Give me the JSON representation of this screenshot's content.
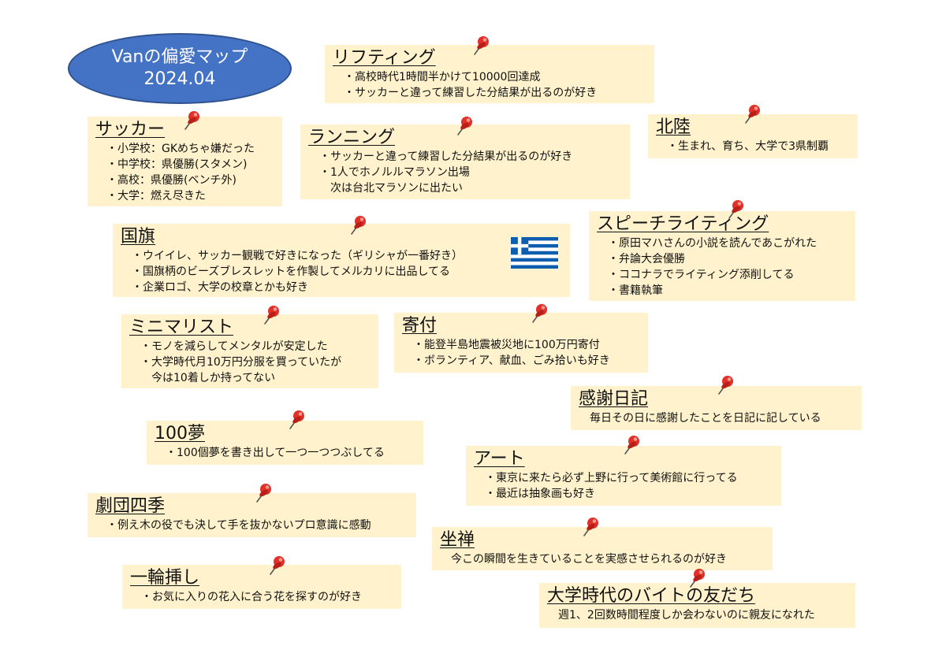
{
  "title": {
    "line1": "Vanの偏愛マップ",
    "line2": "2024.04"
  },
  "cards": [
    {
      "id": "lifting",
      "title": "リフティング",
      "lines": [
        "　・高校時代1時間半かけて10000回達成",
        "　・サッカーと違って練習した分結果が出るのが好き"
      ]
    },
    {
      "id": "soccer",
      "title": "サッカー",
      "lines": [
        "　・小学校：GKめちゃ嫌だった",
        "　・中学校：県優勝(スタメン)",
        "　・高校：県優勝(ベンチ外)",
        "　・大学：燃え尽きた"
      ]
    },
    {
      "id": "running",
      "title": "ランニング",
      "lines": [
        "　・サッカーと違って練習した分結果が出るのが好き",
        "　・1人でホノルルマラソン出場",
        "　　次は台北マラソンに出たい"
      ]
    },
    {
      "id": "hokuriku",
      "title": "北陸",
      "lines": [
        "　・生まれ、育ち、大学で3県制覇"
      ]
    },
    {
      "id": "flags",
      "title": "国旗",
      "lines": [
        "　・ウイイレ、サッカー観戦で好きになった（ギリシャが一番好き）",
        "　・国旗柄のビーズブレスレットを作製してメルカリに出品してる",
        "　・企業ロゴ、大学の校章とかも好き"
      ]
    },
    {
      "id": "speechwriting",
      "title": "スピーチライティング",
      "lines": [
        "　・原田マハさんの小説を読んであこがれた",
        "　・弁論大会優勝",
        "　・ココナラでライティング添削してる",
        "　・書籍執筆"
      ]
    },
    {
      "id": "minimalist",
      "title": "ミニマリスト",
      "lines": [
        "　・モノを減らしてメンタルが安定した",
        "　・大学時代月10万円分服を買っていたが",
        "　　今は10着しか持ってない"
      ]
    },
    {
      "id": "donation",
      "title": "寄付",
      "lines": [
        "　・能登半島地震被災地に100万円寄付",
        "　・ボランティア、献血、ごみ拾いも好き"
      ]
    },
    {
      "id": "gratitude",
      "title": "感謝日記",
      "lines": [
        "　毎日その日に感謝したことを日記に記している"
      ]
    },
    {
      "id": "dreams",
      "title": "100夢",
      "lines": [
        "　・100個夢を書き出して一つ一つつぶしてる"
      ]
    },
    {
      "id": "art",
      "title": "アート",
      "lines": [
        "　・東京に来たら必ず上野に行って美術館に行ってる",
        "　・最近は抽象画も好き"
      ]
    },
    {
      "id": "shiki",
      "title": "劇団四季",
      "lines": [
        "　・例え木の役でも決して手を抜かないプロ意識に感動"
      ]
    },
    {
      "id": "zazen",
      "title": "坐禅",
      "lines": [
        "　今この瞬間を生きていることを実感させられるのが好き"
      ]
    },
    {
      "id": "ikebana",
      "title": "一輪挿し",
      "lines": [
        "　・お気に入りの花入に合う花を探すのが好き"
      ]
    },
    {
      "id": "friends",
      "title": "大学時代のバイトの友だち",
      "lines": [
        "　週1、2回数時間程度しか会わないのに親友になれた"
      ]
    }
  ],
  "colors": {
    "card_bg": "#FFF2CC",
    "ellipse_fill": "#4472C4",
    "ellipse_border": "#2F528F",
    "pin_red": "#E03027",
    "flag_blue": "#0D5EAF"
  },
  "icons": {
    "pin": "pushpin-icon",
    "flag": "greece-flag-icon"
  }
}
